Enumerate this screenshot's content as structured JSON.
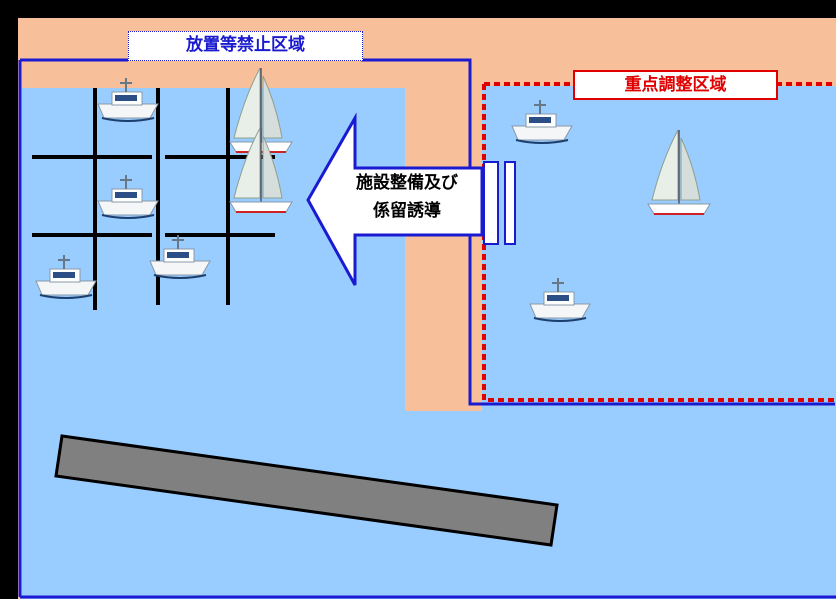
{
  "labels": {
    "prohibited_zone": "放置等禁止区域",
    "priority_zone": "重点調整区域",
    "arrow_line1": "施設整備及び",
    "arrow_line2": "係留誘導"
  },
  "colors": {
    "water": "#99ccff",
    "land": "#f8c09a",
    "prohibited_border": "#1a1ad0",
    "priority_border": "#e00000",
    "pier": "#808080",
    "grid": "#000000"
  },
  "icons": {
    "boat": "motor-boat-icon",
    "sailboat": "sailboat-icon"
  }
}
